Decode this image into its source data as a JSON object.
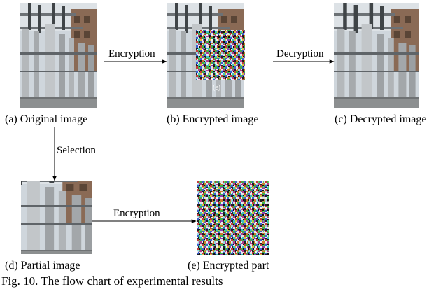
{
  "diagram": {
    "nodes": {
      "original": {
        "caption": "(a) Original image",
        "kind": "photo"
      },
      "encrypted": {
        "caption": "(b) Encrypted image",
        "kind": "photo-with-noise",
        "marker": "(e)"
      },
      "decrypted": {
        "caption": "(c) Decrypted image",
        "kind": "photo"
      },
      "partial": {
        "caption": "(d) Partial image",
        "kind": "photo-crop"
      },
      "part": {
        "caption": "(e) Encrypted part",
        "kind": "noise"
      }
    },
    "edges": [
      {
        "from": "original",
        "to": "encrypted",
        "label": "Encryption"
      },
      {
        "from": "encrypted",
        "to": "decrypted",
        "label": "Decryption"
      },
      {
        "from": "original",
        "to": "partial",
        "label": "Selection"
      },
      {
        "from": "partial",
        "to": "part",
        "label": "Encryption"
      }
    ],
    "figure_caption": "Fig. 10.  The flow chart of experimental results"
  },
  "colors": {
    "sky": "#cfd6dc",
    "metal": "#b4b8bb",
    "dark_metal": "#5f6468",
    "brick": "#8a6a55",
    "ground": "#8c8f90",
    "arrow": "#000000"
  }
}
